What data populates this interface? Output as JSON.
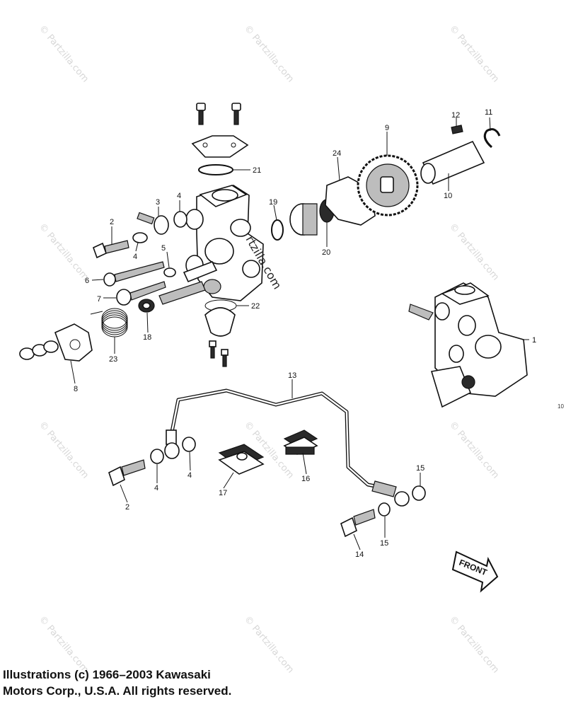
{
  "watermark": "© Partzilla.com",
  "inline_watermark": "rtzilla.com",
  "side_mark": "10",
  "front_label": "FRONT",
  "copyright": {
    "line1": "Illustrations (c) 1966–2003 Kawasaki",
    "line2": "Motors Corp., U.S.A.  All rights reserved."
  },
  "callouts": {
    "p1": "1",
    "p2a": "2",
    "p2b": "2",
    "p3": "3",
    "p4a": "4",
    "p4b": "4",
    "p4c": "4",
    "p4d": "4",
    "p5": "5",
    "p6": "6",
    "p7": "7",
    "p8": "8",
    "p9": "9",
    "p10": "10",
    "p11": "11",
    "p12": "12",
    "p13": "13",
    "p14": "14",
    "p15a": "15",
    "p15b": "15",
    "p16": "16",
    "p17": "17",
    "p18": "18",
    "p19": "19",
    "p20": "20",
    "p21": "21",
    "p22": "22",
    "p23": "23",
    "p24": "24"
  },
  "colors": {
    "ink": "#111111",
    "watermark": "#d8d8d8",
    "paper": "#ffffff"
  }
}
